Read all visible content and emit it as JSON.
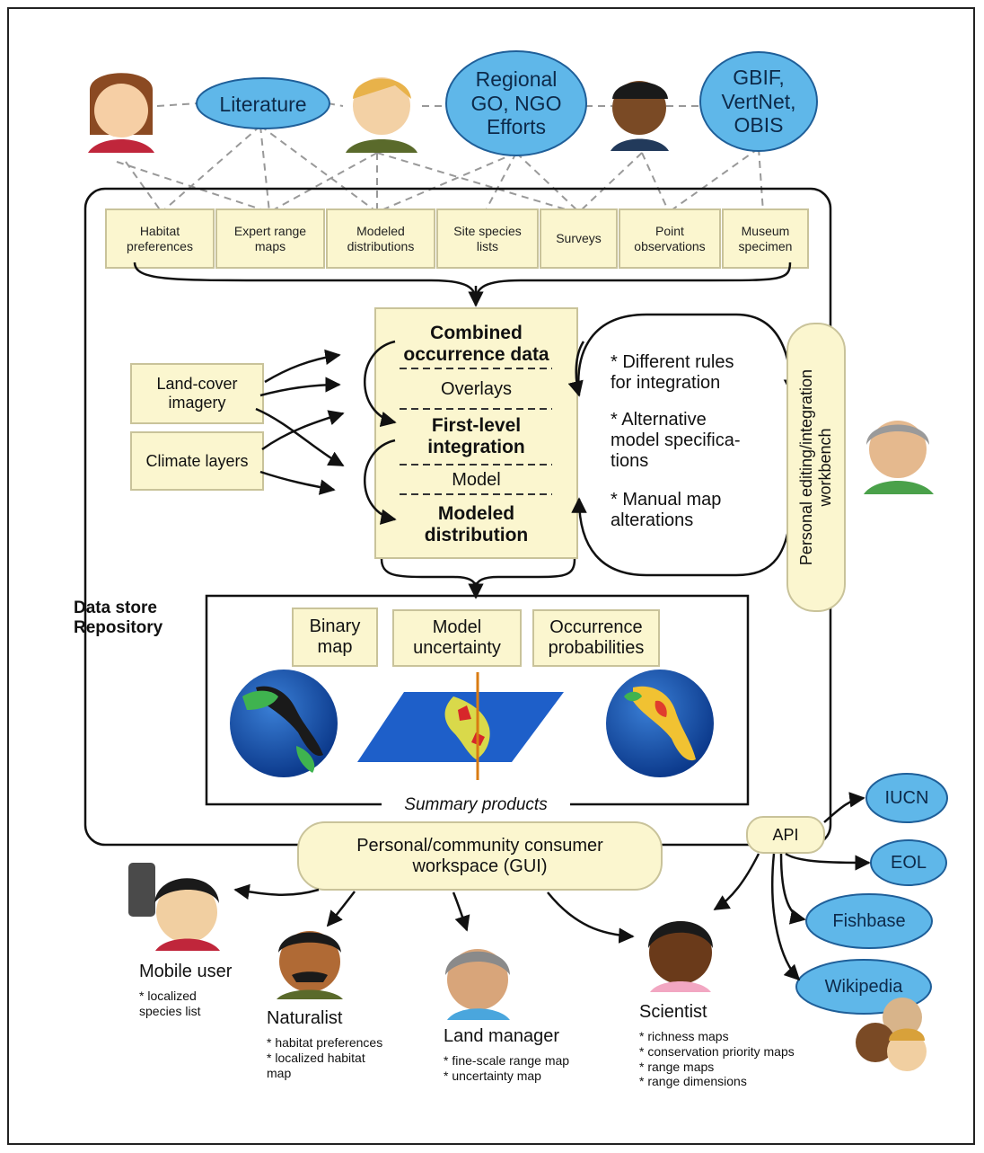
{
  "sources": {
    "literature": "Literature",
    "regional": "Regional\nGO, NGO\nEfforts",
    "gbif": "GBIF,\nVertNet,\nOBIS"
  },
  "data_types": [
    "Habitat\npreferences",
    "Expert range\nmaps",
    "Modeled\ndistributions",
    "Site species\nlists",
    "Surveys",
    "Point\nobservations",
    "Museum\nspecimen"
  ],
  "process": {
    "combined": "Combined\noccurrence data",
    "overlays": "Overlays",
    "first_level": "First-level\nintegration",
    "model": "Model",
    "modeled": "Modeled\ndistribution"
  },
  "inputs": {
    "land_cover": "Land-cover\nimagery",
    "climate": "Climate layers"
  },
  "workbench_notes": [
    "* Different rules\nfor integration",
    "* Alternative\nmodel specifica-\ntions",
    "* Manual map\nalterations"
  ],
  "workbench_label": "Personal editing/integration\nworkbench",
  "data_store": "Data store\nRepository",
  "summary": {
    "label": "Summary products",
    "binary": "Binary\nmap",
    "uncertainty": "Model\nuncertainty",
    "probabilities": "Occurrence\nprobabilities"
  },
  "workspace": "Personal/community consumer\nworkspace (GUI)",
  "api": "API",
  "outputs": [
    "IUCN",
    "EOL",
    "Fishbase",
    "Wikipedia"
  ],
  "users": {
    "mobile": {
      "title": "Mobile user",
      "notes": "* localized\nspecies list"
    },
    "naturalist": {
      "title": "Naturalist",
      "notes": "* habitat preferences\n* localized habitat\nmap"
    },
    "land_manager": {
      "title": "Land manager",
      "notes": "* fine-scale range map\n* uncertainty map"
    },
    "scientist": {
      "title": "Scientist",
      "notes": "* richness maps\n* conservation priority maps\n* range maps\n* range dimensions"
    }
  },
  "colors": {
    "ellipse": "#5fb7e9",
    "box": "#fbf6cf",
    "box_border": "#c9c39a"
  }
}
